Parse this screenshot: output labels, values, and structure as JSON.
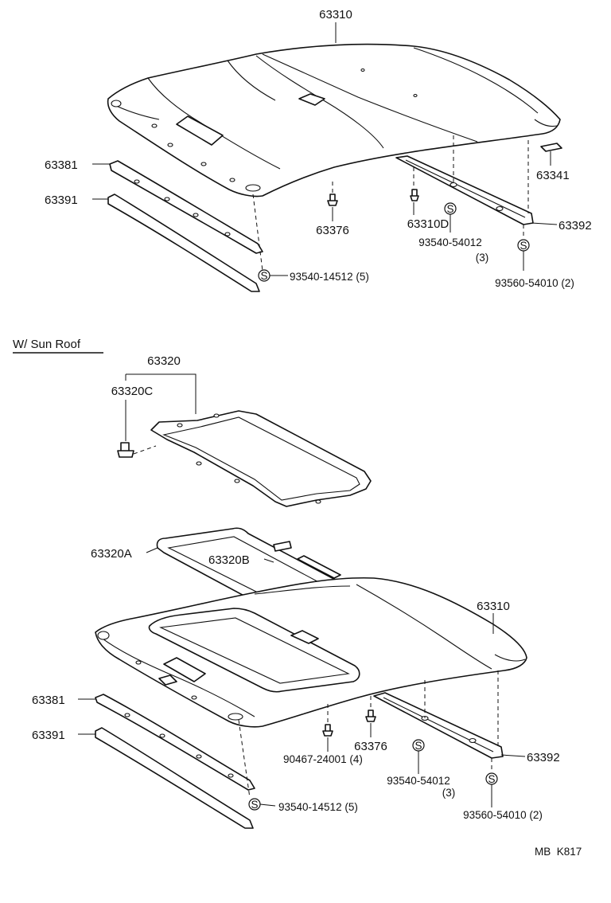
{
  "top_section": {
    "headlining_label": "63310",
    "visor_holder_a_label": "63381",
    "visor_holder_b_label": "63391",
    "clip_label": "63376",
    "clip_d_label": "63310D",
    "pad_label": "63341",
    "rail_label": "63392",
    "screw_a_label": "93540-14512 (5)",
    "screw_b_label": "93540-54012",
    "screw_b_qty": "(3)",
    "screw_c_label": "93560-54010 (2)",
    "screw_symbol": "S"
  },
  "sunroof_section": {
    "heading": "W/ Sun Roof",
    "trim_frame_label": "63320",
    "trim_clip_label": "63320C",
    "weatherstrip_label": "63320A",
    "stop_label": "63320B",
    "headlining_label": "63310",
    "visor_holder_a_label": "63381",
    "visor_holder_b_label": "63391",
    "clip_label": "63376",
    "clip_b_label": "90467-24001 (4)",
    "rail_label": "63392",
    "screw_a_label": "93540-14512 (5)",
    "screw_b_label": "93540-54012",
    "screw_b_qty": "(3)",
    "screw_c_label": "93560-54010 (2)",
    "screw_symbol": "S"
  },
  "footer": {
    "code": "MB  K817"
  }
}
